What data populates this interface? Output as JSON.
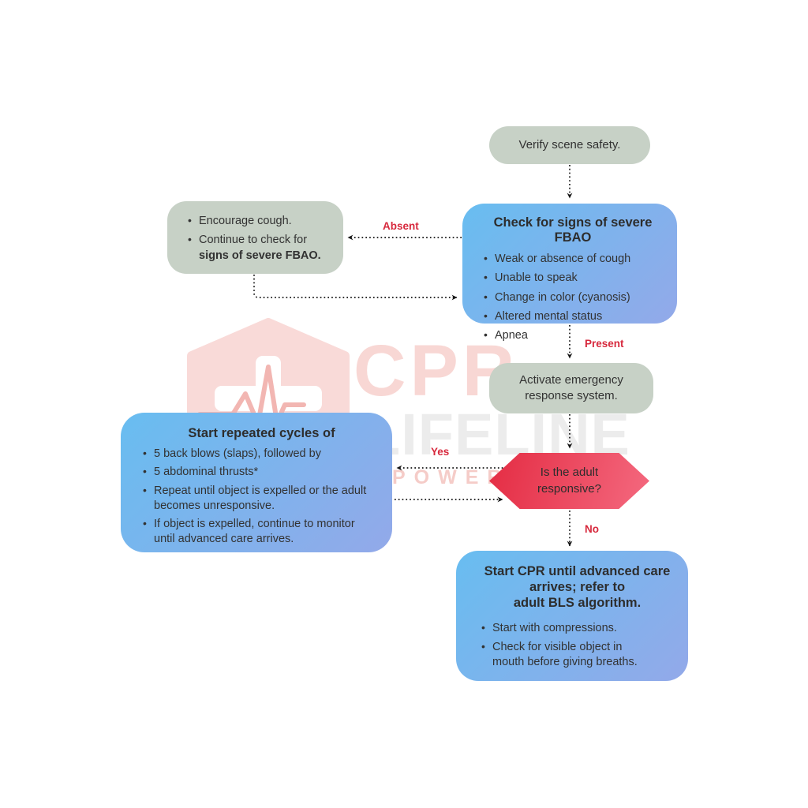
{
  "colors": {
    "sage": "#c7d1c6",
    "blue_from": "#68bdf0",
    "blue_to": "#93a9e9",
    "red_from": "#e42c43",
    "red_to": "#f4697f",
    "label_red": "#d7293d",
    "text_dark": "#323232",
    "line_dark": "#151515",
    "wm_pink": "#f8d7d4",
    "wm_pink2": "#f5ccc8",
    "wm_gray": "#ececec"
  },
  "nodes": {
    "verify": {
      "text": "Verify scene safety."
    },
    "check": {
      "title": "Check for signs of severe FBAO",
      "bullets": [
        "Weak or absence of cough",
        "Unable to speak",
        "Change in color (cyanosis)",
        "Altered mental status",
        "Apnea"
      ]
    },
    "encourage": {
      "bullet1": "Encourage cough.",
      "bullet2_normal": "Continue to check for",
      "bullet2_bold": "signs of severe FBAO."
    },
    "activate": {
      "text": "Activate emergency response system."
    },
    "decision": {
      "text": "Is the adult responsive?"
    },
    "cycles": {
      "title": "Start repeated cycles of",
      "bullets": [
        "5 back blows (slaps), followed by",
        "5 abdominal thrusts*",
        "Repeat until object is expelled or the adult becomes unresponsive.",
        "If object is expelled, continue to monitor until advanced care arrives."
      ]
    },
    "cpr": {
      "title_lines": [
        "Start CPR until advanced care",
        "arrives; refer to",
        "adult BLS algorithm."
      ],
      "bullets": [
        "Start with compressions.",
        "Check for visible object in mouth before giving breaths."
      ]
    }
  },
  "labels": {
    "absent": "Absent",
    "present": "Present",
    "yes": "Yes",
    "no": "No"
  },
  "watermark": {
    "cpr": "CPR",
    "lifeline": "LIFELINE",
    "powered": "POWERED"
  }
}
